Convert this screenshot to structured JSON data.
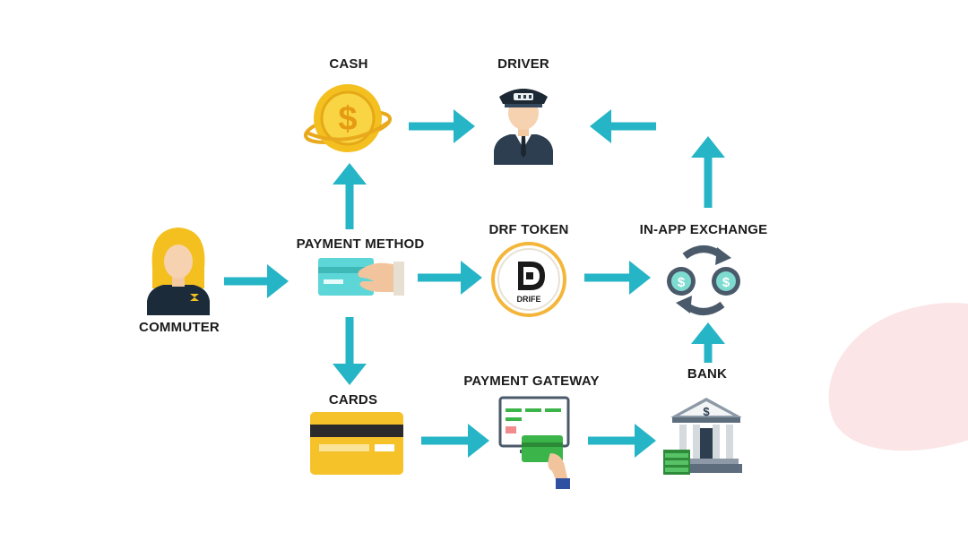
{
  "nodes": {
    "cash": {
      "label": "CASH"
    },
    "driver": {
      "label": "DRIVER"
    },
    "commuter": {
      "label": "COMMUTER"
    },
    "payment_method": {
      "label": "PAYMENT METHOD"
    },
    "drf_token": {
      "label": "DRF TOKEN",
      "logo_text": "DRIFE"
    },
    "in_app_exchange": {
      "label": "IN-APP EXCHANGE"
    },
    "cards": {
      "label": "CARDS"
    },
    "payment_gateway": {
      "label": "PAYMENT GATEWAY"
    },
    "bank": {
      "label": "BANK"
    }
  },
  "edges": [
    {
      "from": "commuter",
      "to": "payment_method"
    },
    {
      "from": "payment_method",
      "to": "cash"
    },
    {
      "from": "payment_method",
      "to": "drf_token"
    },
    {
      "from": "payment_method",
      "to": "cards"
    },
    {
      "from": "cash",
      "to": "driver"
    },
    {
      "from": "drf_token",
      "to": "in_app_exchange"
    },
    {
      "from": "cards",
      "to": "payment_gateway"
    },
    {
      "from": "payment_gateway",
      "to": "bank"
    },
    {
      "from": "bank",
      "to": "in_app_exchange"
    },
    {
      "from": "in_app_exchange",
      "to": "driver"
    }
  ],
  "colors": {
    "arrow": "#26b5c6",
    "gold": "#f4c020",
    "navy": "#2c3e50",
    "card_teal": "#5cd6d6",
    "card_yellow": "#f5c22a",
    "green": "#3bb54a",
    "blob": "#fbe5e7"
  }
}
